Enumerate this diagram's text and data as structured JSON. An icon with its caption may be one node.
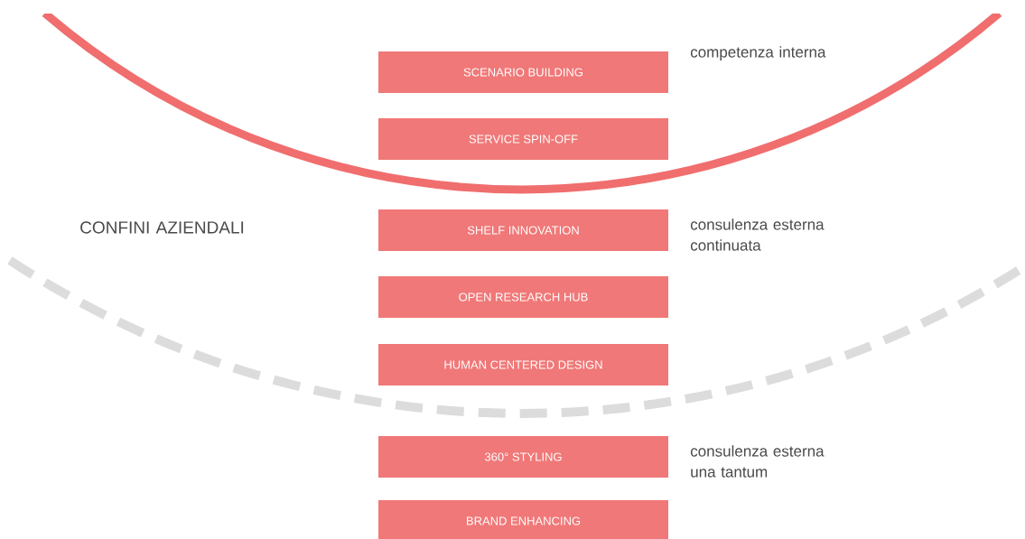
{
  "diagram": {
    "nodes": [
      {
        "text": [
          "SCENARIO BUILDING"
        ]
      },
      {
        "text": [
          "SERVICE SPIN-OFF"
        ]
      },
      {
        "text": [
          "SHELF INNOVATION"
        ]
      },
      {
        "text": [
          "OPEN RESEARCH HUB"
        ]
      },
      {
        "text": [
          "HUMAN CENTERED DESIGN"
        ]
      },
      {
        "text": [
          "360° STYLING"
        ]
      },
      {
        "text": [
          "BRAND ENHANCING"
        ]
      }
    ],
    "labels": [
      "competenza interna",
      "CONFINI AZIENDALI",
      "consulenza esterna continuata",
      "consulenza esterna una tantum"
    ]
  }
}
